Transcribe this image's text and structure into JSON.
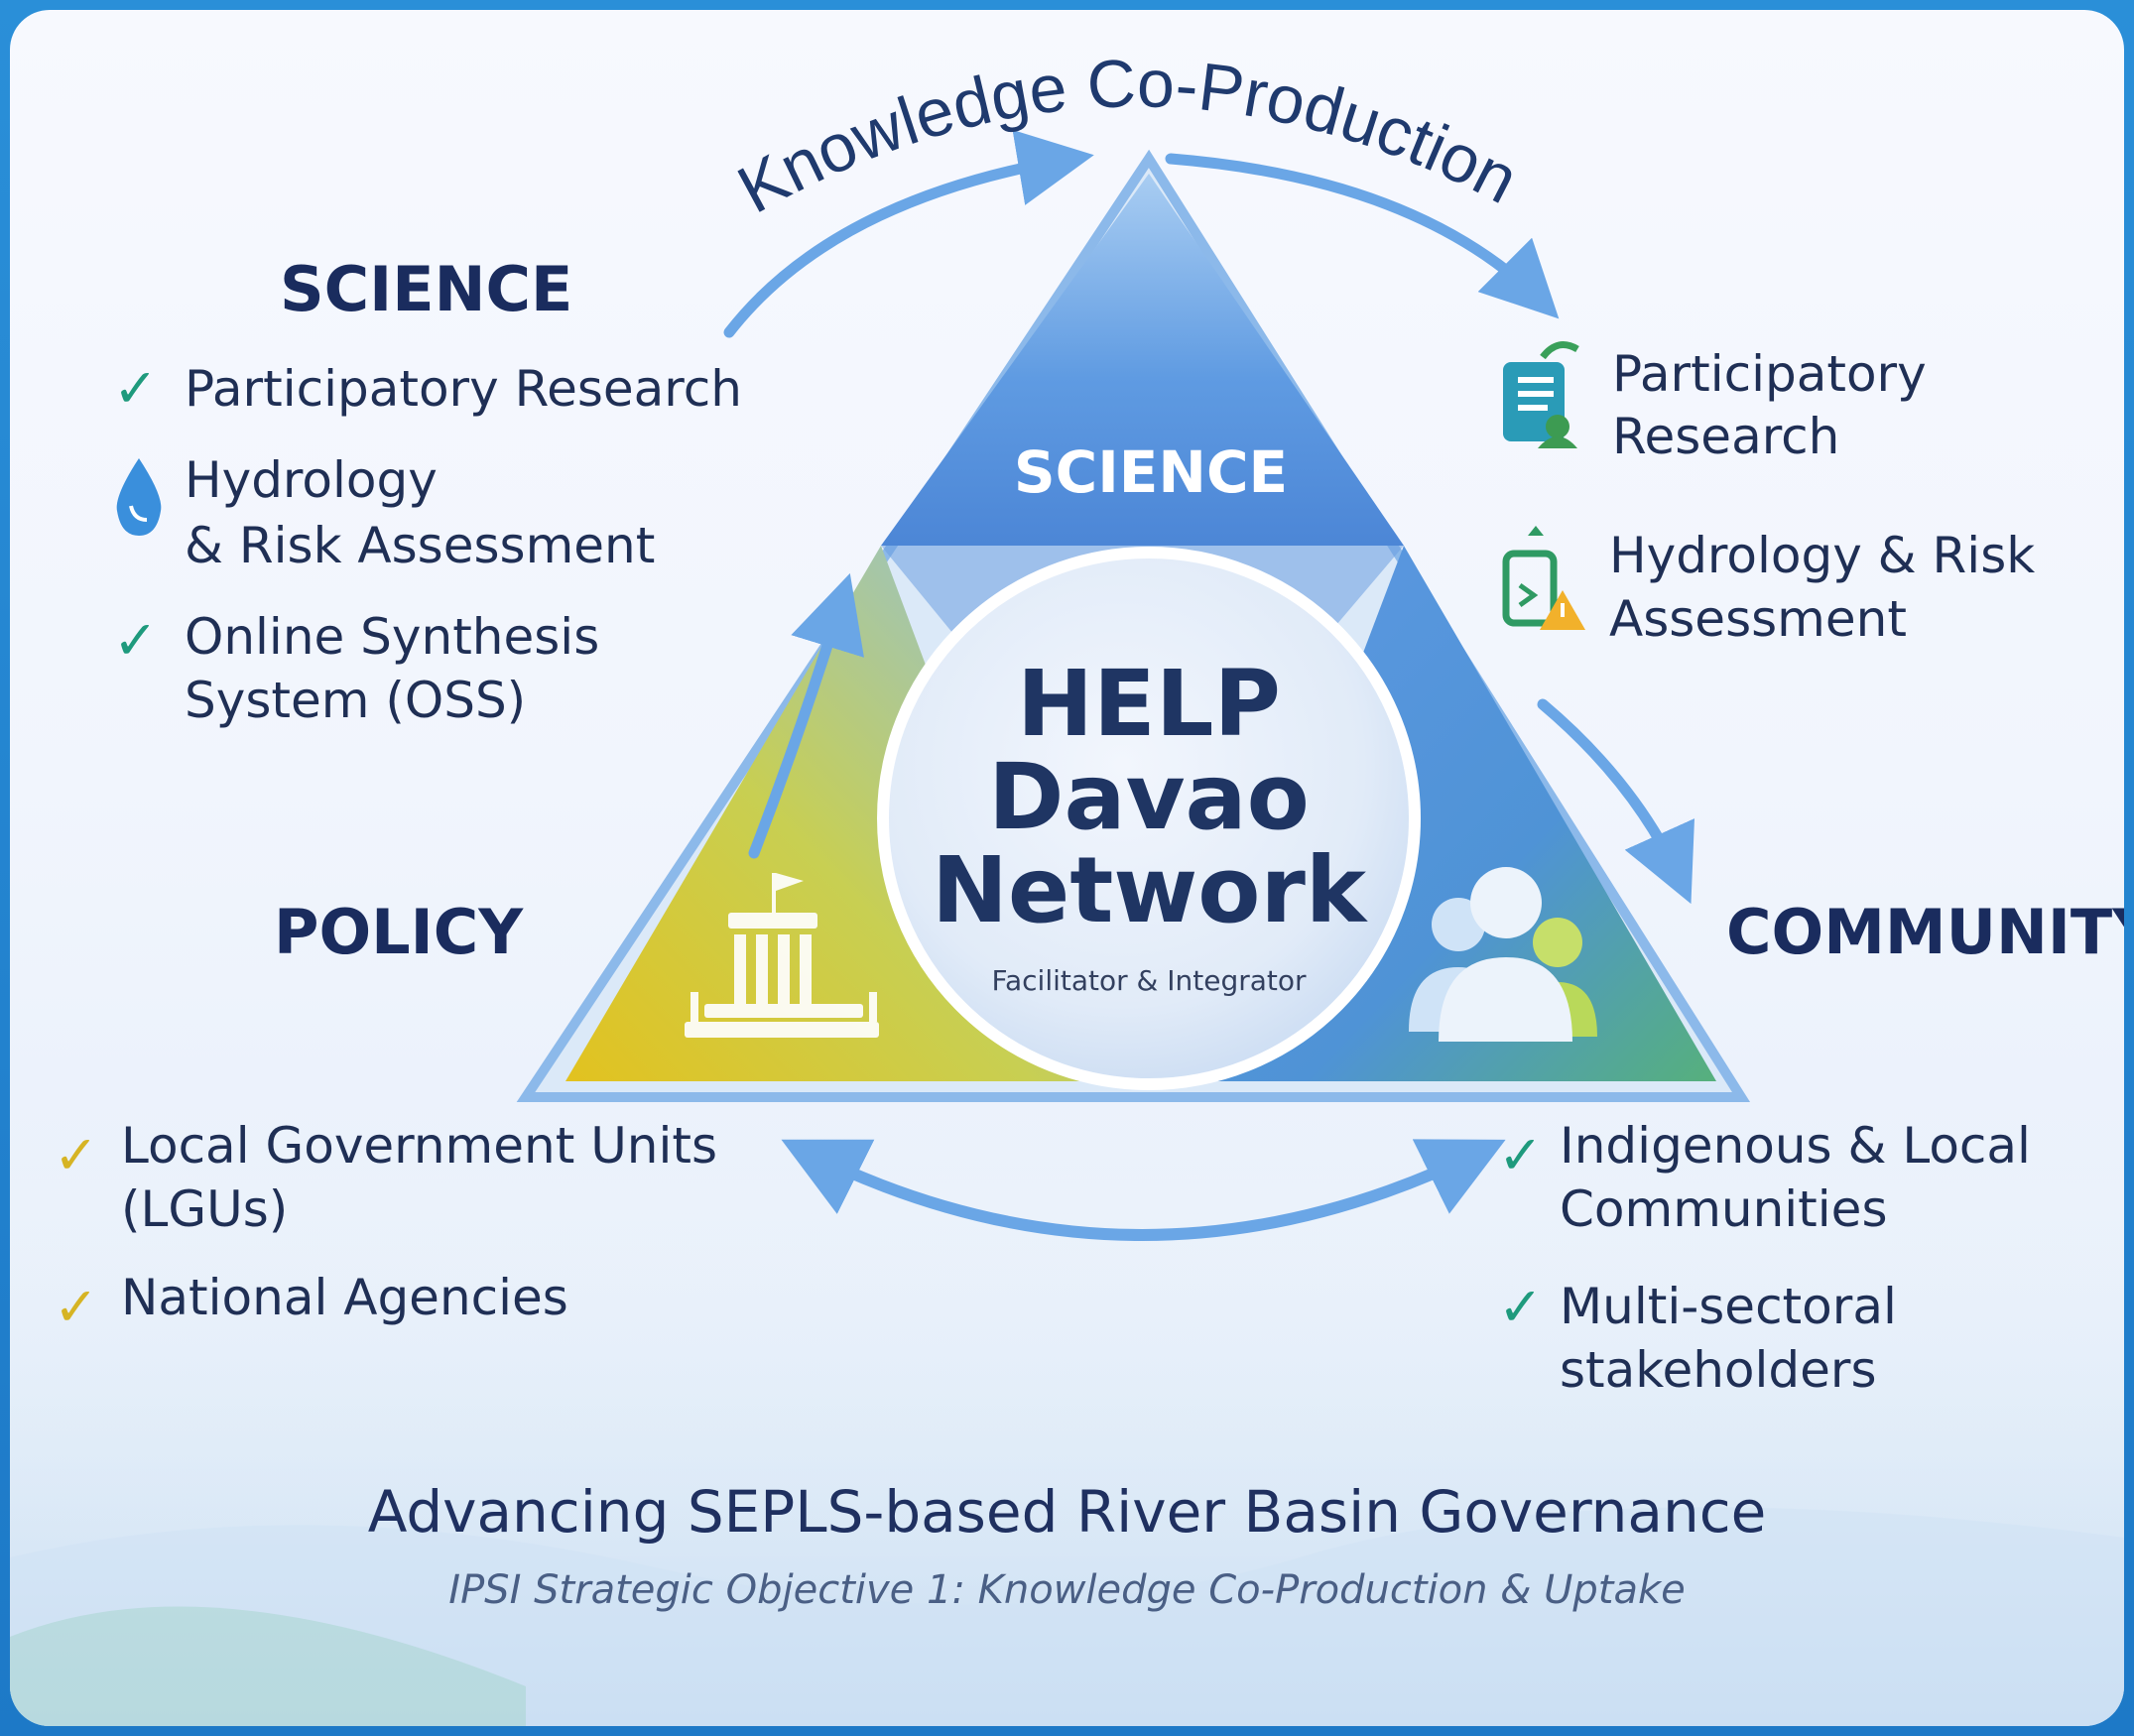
{
  "arc_label": "Knowledge Co-Production",
  "left_science": {
    "heading": "SCIENCE",
    "items": [
      {
        "icon": "check-icon",
        "lines": [
          "Participatory Research"
        ]
      },
      {
        "icon": "water-drop-icon",
        "lines": [
          "Hydrology",
          "& Risk Assessment"
        ]
      },
      {
        "icon": "check-icon",
        "lines": [
          "Online Synthesis",
          "System (OSS)"
        ]
      }
    ]
  },
  "right_science": {
    "items": [
      {
        "icon": "research-document-icon",
        "lines": [
          "Participatory",
          "Research"
        ]
      },
      {
        "icon": "risk-assessment-icon",
        "lines": [
          "Hydrology & Risk",
          "Assessment"
        ]
      }
    ]
  },
  "triangle": {
    "top_label": "SCIENCE",
    "center_lines": [
      "HELP",
      "Davao",
      "Network"
    ],
    "center_subtitle": "Facilitator & Integrator"
  },
  "policy": {
    "heading": "POLICY",
    "items": [
      {
        "icon": "check-icon",
        "lines": [
          "Local Government Units",
          "(LGUs)"
        ]
      },
      {
        "icon": "check-icon",
        "lines": [
          "National Agencies"
        ]
      }
    ]
  },
  "community": {
    "heading": "COMMUNITY",
    "items": [
      {
        "icon": "check-icon",
        "lines": [
          "Indigenous & Local",
          "Communities"
        ]
      },
      {
        "icon": "check-icon",
        "lines": [
          "Multi-sectoral",
          "stakeholders"
        ]
      }
    ]
  },
  "footer": {
    "title": "Advancing SEPLS-based River Basin Governance",
    "subtitle": "IPSI Strategic Objective 1: Knowledge Co-Production & Uptake"
  },
  "colors": {
    "navy": "#1a2c5e",
    "check_green": "#1e9a7d",
    "check_yellow": "#d6b424",
    "arrow_blue": "#6aa6e6",
    "triangle_blue": "#5b95e0",
    "triangle_yellow": "#e0c22a",
    "triangle_green": "#6cc08a"
  }
}
